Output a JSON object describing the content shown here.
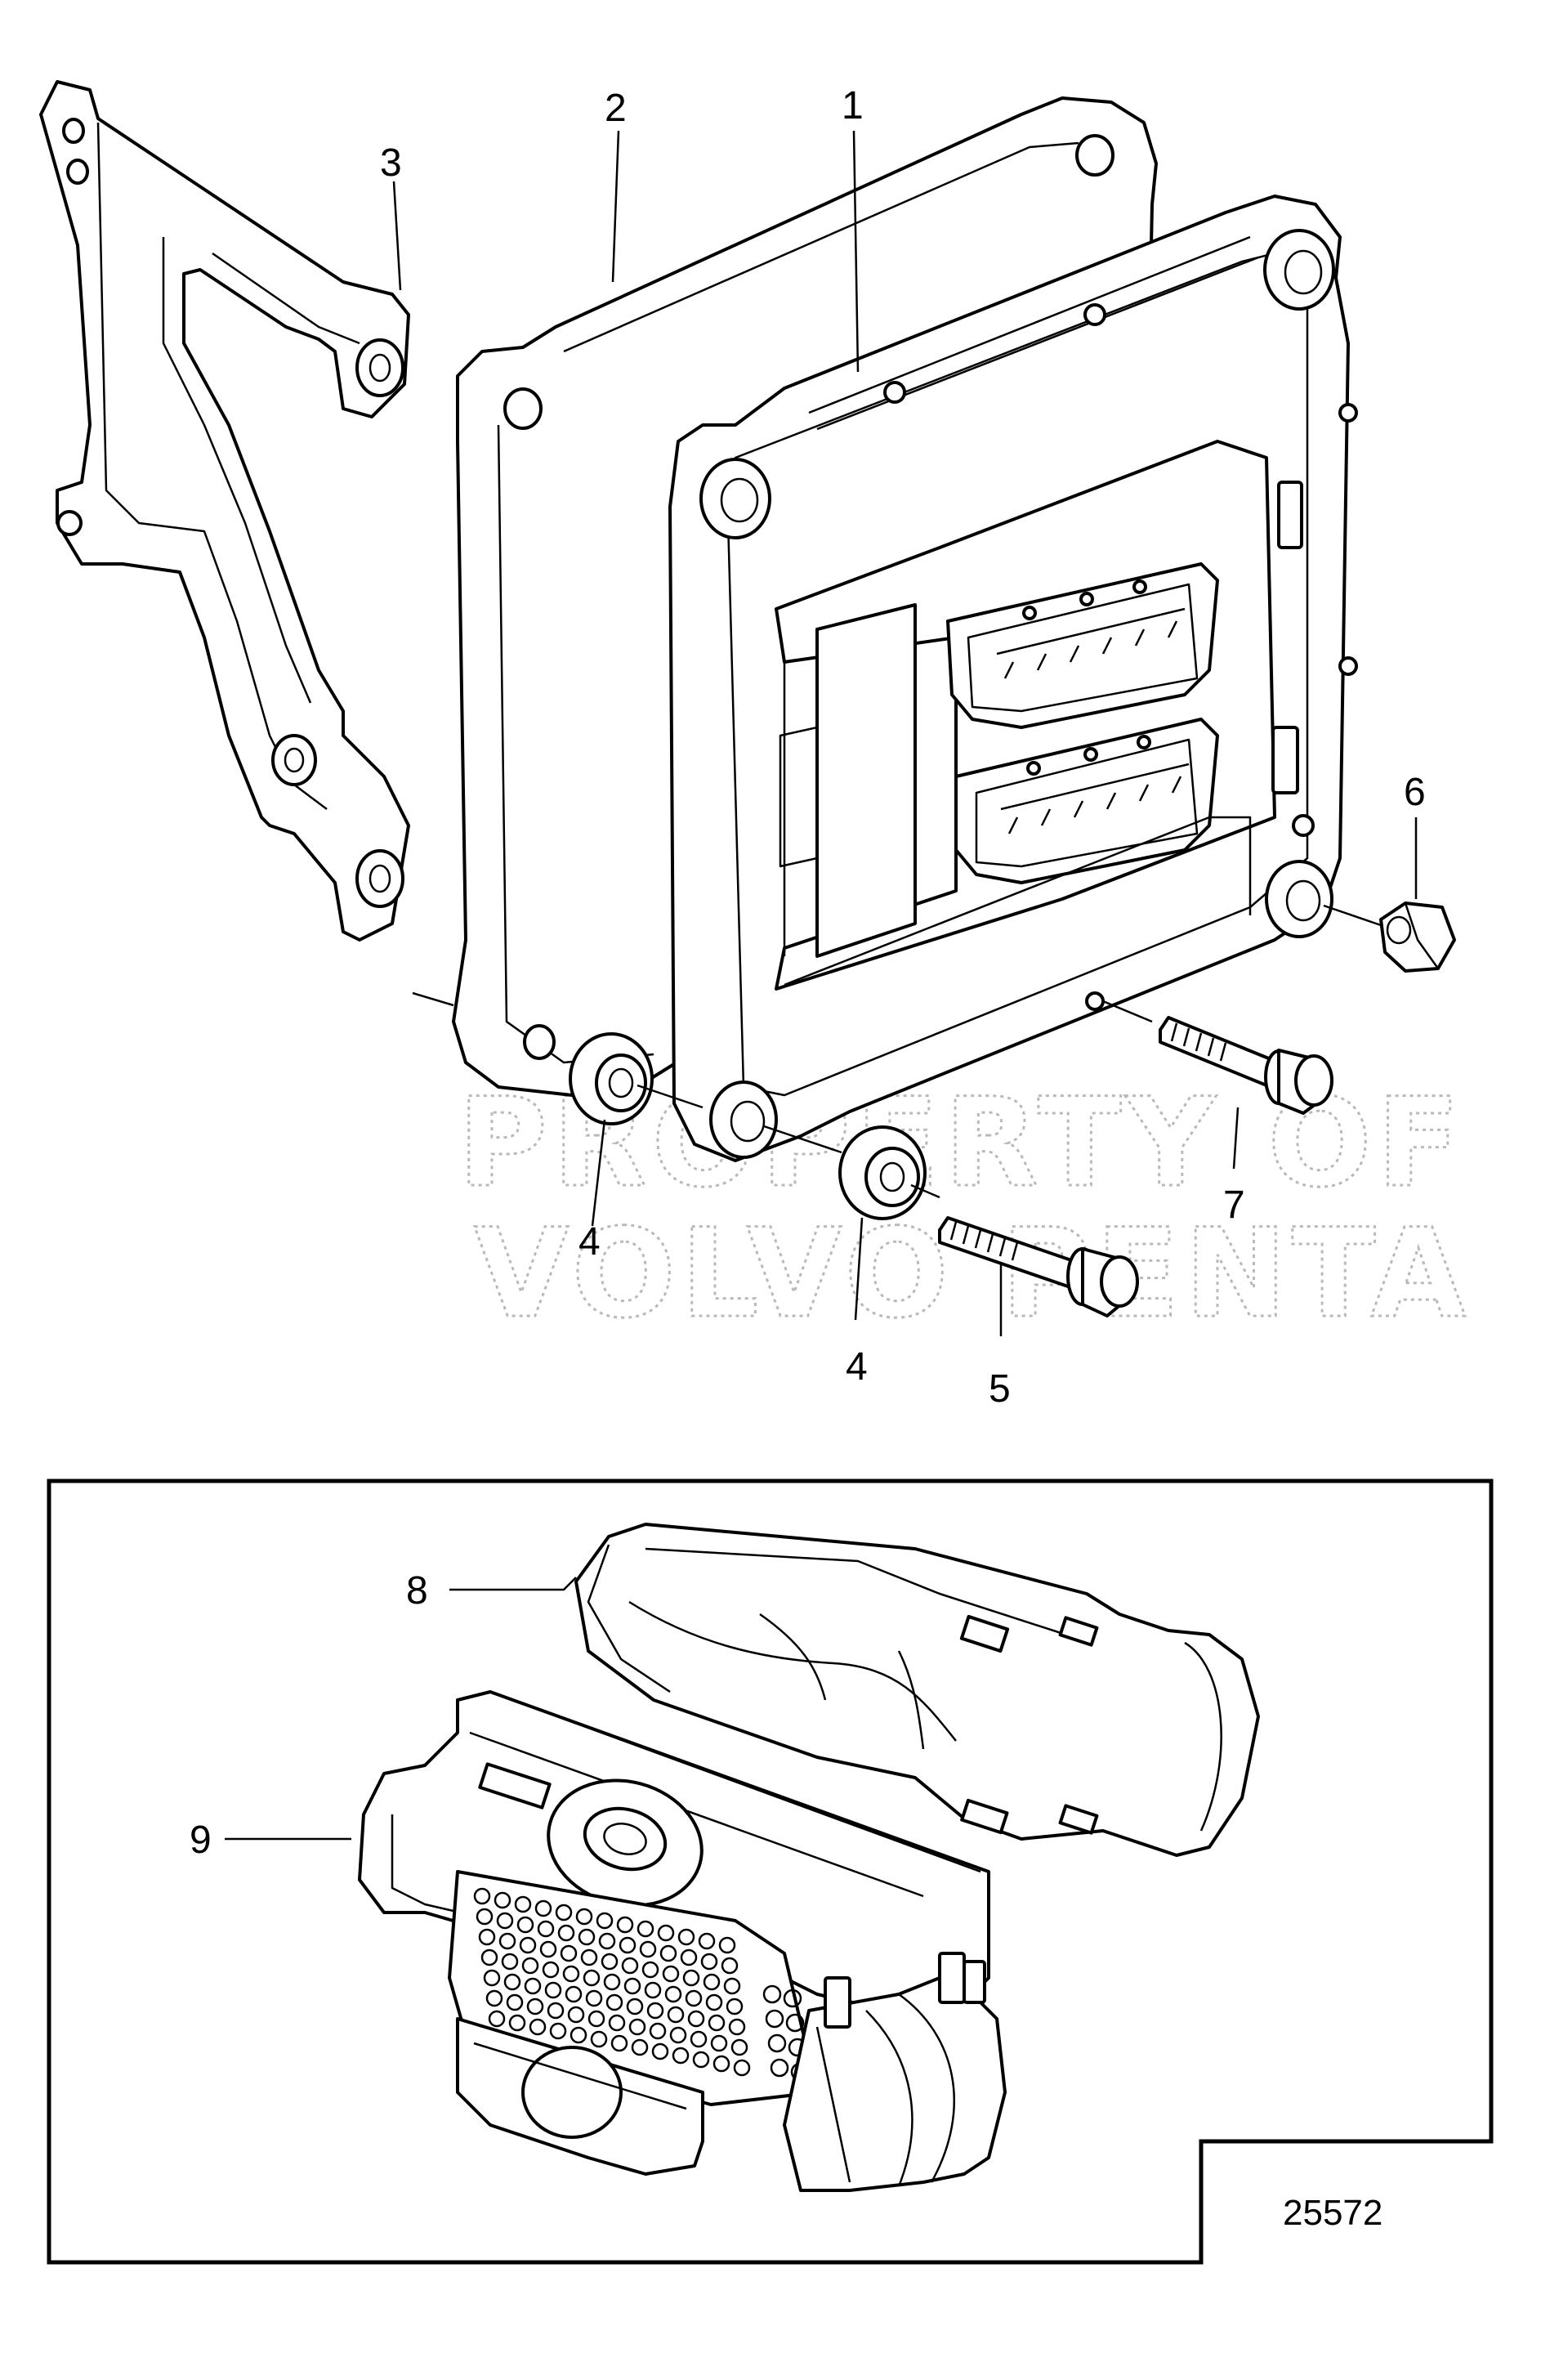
{
  "figure_number": "25572",
  "watermark": [
    "PROPERTY OF",
    "VOLVO PENTA"
  ],
  "callouts": {
    "c1": "1",
    "c2": "2",
    "c3": "3",
    "c4a": "4",
    "c4b": "4",
    "c5": "5",
    "c6": "6",
    "c7": "7",
    "c8": "8",
    "c9": "9"
  }
}
